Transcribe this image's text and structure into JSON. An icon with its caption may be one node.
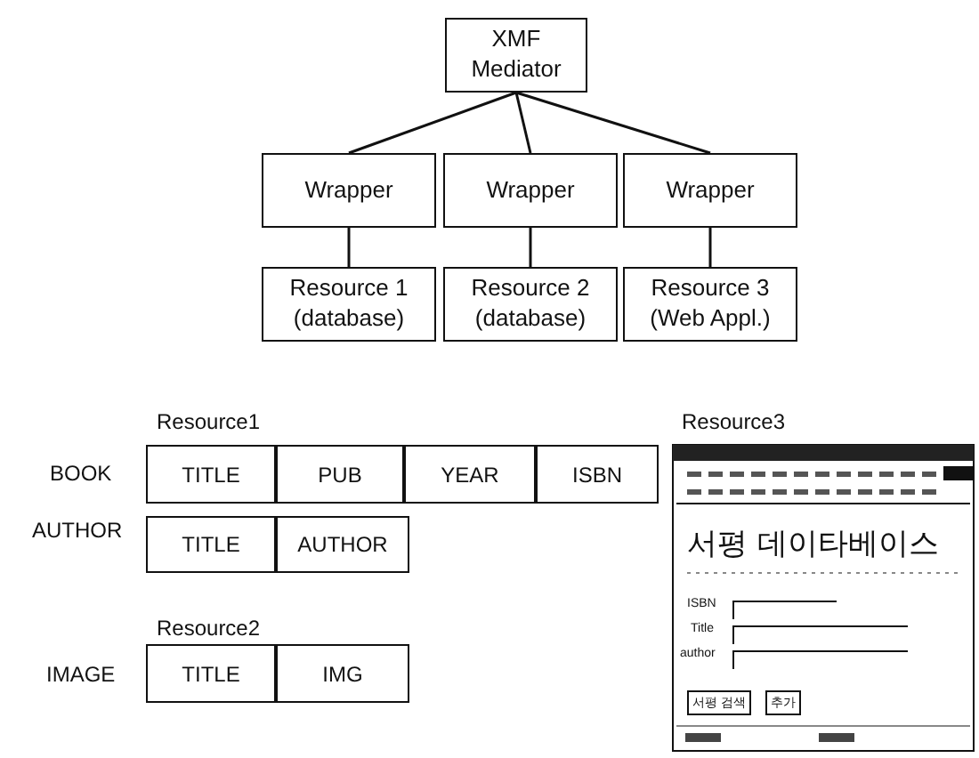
{
  "diagram": {
    "nodes": [
      {
        "text": [
          "XMF Mediator"
        ]
      },
      {
        "text": [
          "Wrapper"
        ]
      },
      {
        "text": [
          "Wrapper"
        ]
      },
      {
        "text": [
          "Wrapper"
        ]
      },
      {
        "text": [
          "Resource 1 (database)"
        ]
      },
      {
        "text": [
          "Resource 2 (database)"
        ]
      },
      {
        "text": [
          "Resource 3 (Web Appl.)"
        ]
      }
    ],
    "edges": [
      {
        "from": 0,
        "to": 1,
        "arrow": "none"
      },
      {
        "from": 0,
        "to": 2,
        "arrow": "none"
      },
      {
        "from": 0,
        "to": 3,
        "arrow": "none"
      },
      {
        "from": 1,
        "to": 4,
        "arrow": "none"
      },
      {
        "from": 2,
        "to": 5,
        "arrow": "none"
      },
      {
        "from": 3,
        "to": 6,
        "arrow": "none"
      }
    ],
    "labels": [
      "Resource1",
      "BOOK",
      "TITLE",
      "PUB",
      "YEAR",
      "ISBN",
      "AUTHOR",
      "TITLE",
      "AUTHOR",
      "Resource2",
      "IMAGE",
      "TITLE",
      "IMG",
      "Resource3",
      "서평 데이타베이스",
      "ISBN",
      "Title",
      "author",
      "서평 검색",
      "추가"
    ]
  }
}
